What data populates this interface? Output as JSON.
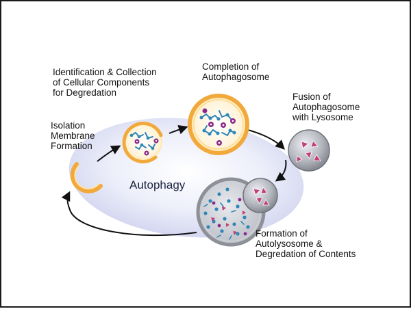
{
  "diagram": {
    "center_label": "Autophagy",
    "steps": [
      {
        "name": "isolation-membrane-formation",
        "label": "Isolation\nMembrane\nFormation"
      },
      {
        "name": "identification-collection",
        "label": "Identification & Collection\nof Cellular Components\nfor Degredation"
      },
      {
        "name": "completion-autophagosome",
        "label": "Completion of\nAutophagosome"
      },
      {
        "name": "fusion-with-lysosome",
        "label": "Fusion of\nAutophagosome\nwith Lysosome"
      },
      {
        "name": "formation-autolysosome",
        "label": "Formation of\nAutolysosome &\nDegredation of Contents"
      }
    ]
  },
  "colors": {
    "border": "#1a1a1a",
    "cycle_fill": "#dfe0f4",
    "membrane_orange": "#f2a93b",
    "membrane_inner": "#fff3d6",
    "component_blue": "#2f86b8",
    "component_purple": "#8a2a8c",
    "lysosome_gray": "#9a9ca3",
    "lysosome_pink": "#c0407a"
  }
}
